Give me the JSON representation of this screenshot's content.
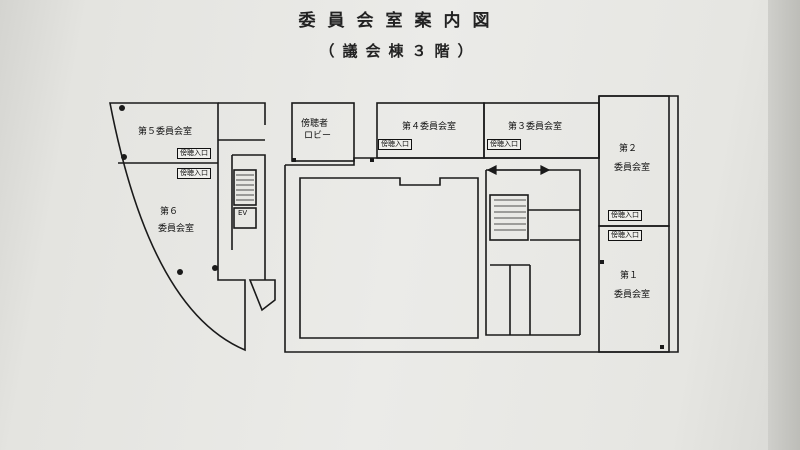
{
  "title": "委員会室案内図",
  "subtitle": "（議会棟３階）",
  "rooms": {
    "r5": {
      "label": "第５委員会室"
    },
    "r4": {
      "label": "第４委員会室"
    },
    "r3": {
      "label": "第３委員会室"
    },
    "r2": {
      "num": "第２",
      "label": "委員会室"
    },
    "r1": {
      "num": "第１",
      "label": "委員会室"
    },
    "r6": {
      "num": "第６",
      "label": "委員会室"
    },
    "lobby": {
      "line1": "傍聴者",
      "line2": "ロビー"
    },
    "ev": {
      "label": "EV"
    }
  },
  "gallery_entrance_label": "傍聴入口"
}
